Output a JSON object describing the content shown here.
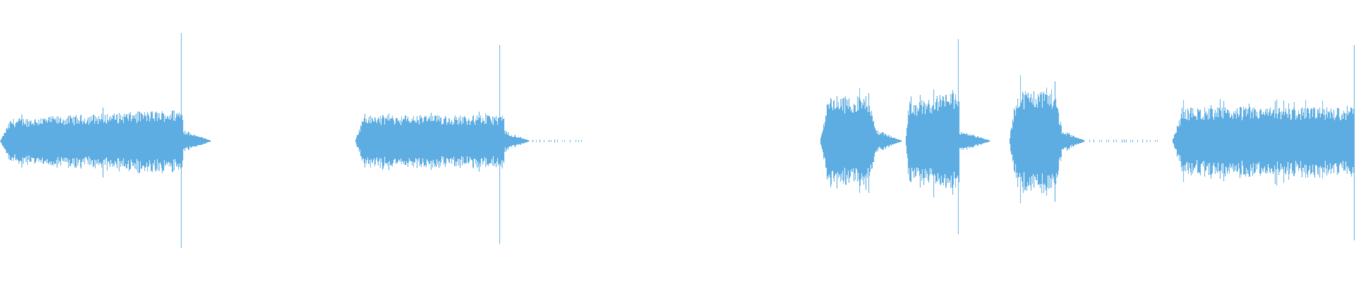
{
  "waveform": {
    "color": "#5DADE2",
    "background": "#FFFFFF",
    "segments": [
      {
        "name": "segment-1",
        "start": 0.0,
        "end": 0.135,
        "amplitude": 0.18,
        "shape": "swell-to-end",
        "spike": 0.9,
        "spike_at": 0.99
      },
      {
        "name": "segment-2",
        "start": 0.262,
        "end": 0.372,
        "amplitude": 0.17,
        "shape": "attack-then-sustain",
        "spike": 0.8,
        "spike_at": 0.97
      },
      {
        "name": "segment-3",
        "start": 0.605,
        "end": 0.648,
        "amplitude": 0.28,
        "shape": "burst",
        "spike": 0.0,
        "spike_at": 0.0
      },
      {
        "name": "segment-4",
        "start": 0.668,
        "end": 0.708,
        "amplitude": 0.3,
        "shape": "swell-to-end",
        "spike": 0.85,
        "spike_at": 0.98
      },
      {
        "name": "segment-5",
        "start": 0.745,
        "end": 0.785,
        "amplitude": 0.32,
        "shape": "burst",
        "spike": 0.55,
        "spike_at": 0.2
      },
      {
        "name": "segment-6",
        "start": 0.865,
        "end": 1.0,
        "amplitude": 0.22,
        "shape": "attack-then-sustain",
        "spike": 0.8,
        "spike_at": 0.995
      }
    ],
    "tails": [
      {
        "start": 0.132,
        "end": 0.155
      },
      {
        "start": 0.368,
        "end": 0.39
      },
      {
        "start": 0.645,
        "end": 0.665
      },
      {
        "start": 0.705,
        "end": 0.73
      },
      {
        "start": 0.782,
        "end": 0.8
      }
    ],
    "noise_dots": [
      {
        "start": 0.393,
        "end": 0.43
      },
      {
        "start": 0.8,
        "end": 0.855
      }
    ]
  }
}
